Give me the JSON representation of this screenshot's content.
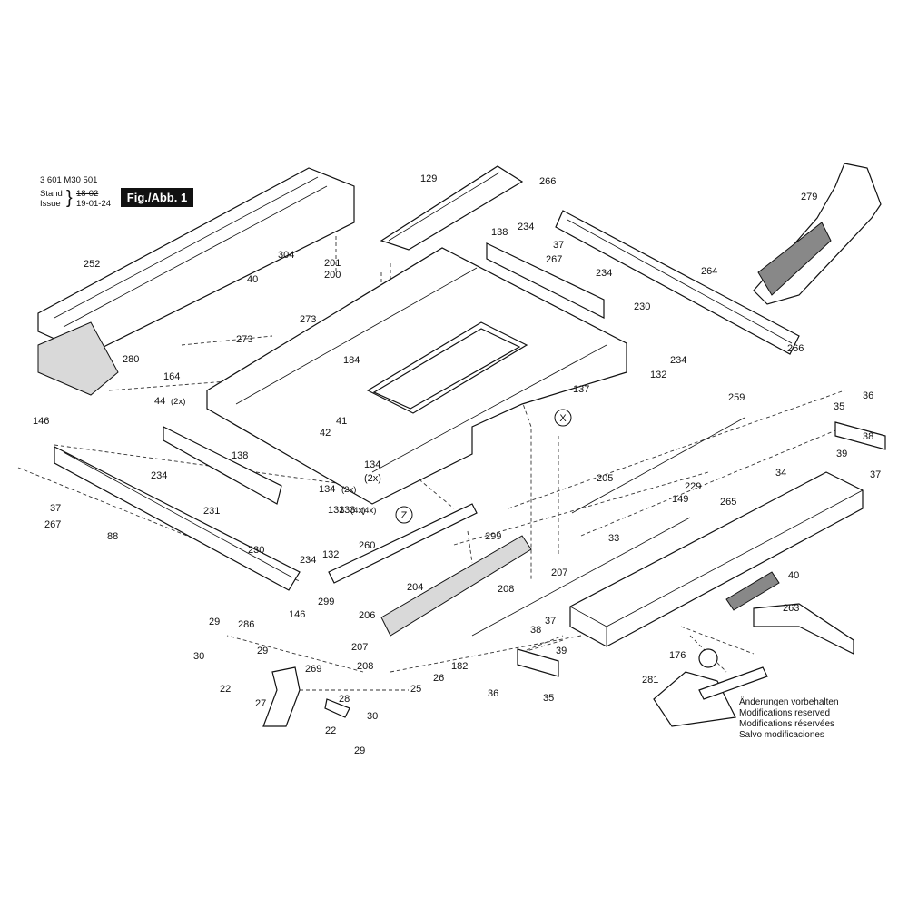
{
  "header": {
    "part_number": "3 601 M30 501",
    "stand_label": "Stand",
    "stand_value": "18-02",
    "issue_label": "Issue",
    "issue_value": "19-01-24",
    "figure_label": "Fig./Abb. 1"
  },
  "notes": {
    "de": "Änderungen vorbehalten",
    "en": "Modifications reserved",
    "fr": "Modifications réservées",
    "es": "Salvo modificaciones"
  },
  "markers": [
    "X",
    "Z"
  ],
  "parts": [
    {
      "num": "129"
    },
    {
      "num": "304"
    },
    {
      "num": "201"
    },
    {
      "num": "200"
    },
    {
      "num": "252"
    },
    {
      "num": "40"
    },
    {
      "num": "273"
    },
    {
      "num": "273"
    },
    {
      "num": "280"
    },
    {
      "num": "164"
    },
    {
      "num": "44",
      "suffix": "(2x)"
    },
    {
      "num": "266"
    },
    {
      "num": "279"
    },
    {
      "num": "138"
    },
    {
      "num": "234"
    },
    {
      "num": "37"
    },
    {
      "num": "267"
    },
    {
      "num": "234"
    },
    {
      "num": "264"
    },
    {
      "num": "230"
    },
    {
      "num": "132"
    },
    {
      "num": "234"
    },
    {
      "num": "266"
    },
    {
      "num": "184"
    },
    {
      "num": "137"
    },
    {
      "num": "259"
    },
    {
      "num": "35"
    },
    {
      "num": "36"
    },
    {
      "num": "146"
    },
    {
      "num": "138"
    },
    {
      "num": "234"
    },
    {
      "num": "42"
    },
    {
      "num": "41"
    },
    {
      "num": "134",
      "suffix": "(2x)"
    },
    {
      "num": "133",
      "suffix": "(4x)"
    },
    {
      "num": "39"
    },
    {
      "num": "38"
    },
    {
      "num": "37"
    },
    {
      "num": "205"
    },
    {
      "num": "34"
    },
    {
      "num": "134"
    },
    {
      "num": "(2x)"
    },
    {
      "num": "133",
      "suffix": "(4x)"
    },
    {
      "num": "37"
    },
    {
      "num": "267"
    },
    {
      "num": "231"
    },
    {
      "num": "88"
    },
    {
      "num": "229"
    },
    {
      "num": "149"
    },
    {
      "num": "265"
    },
    {
      "num": "230"
    },
    {
      "num": "234"
    },
    {
      "num": "132"
    },
    {
      "num": "260"
    },
    {
      "num": "299"
    },
    {
      "num": "33"
    },
    {
      "num": "207"
    },
    {
      "num": "40"
    },
    {
      "num": "146"
    },
    {
      "num": "204"
    },
    {
      "num": "208"
    },
    {
      "num": "299"
    },
    {
      "num": "263"
    },
    {
      "num": "206"
    },
    {
      "num": "29"
    },
    {
      "num": "286"
    },
    {
      "num": "38"
    },
    {
      "num": "37"
    },
    {
      "num": "30"
    },
    {
      "num": "29"
    },
    {
      "num": "207"
    },
    {
      "num": "39"
    },
    {
      "num": "176"
    },
    {
      "num": "208"
    },
    {
      "num": "269"
    },
    {
      "num": "26"
    },
    {
      "num": "182"
    },
    {
      "num": "281"
    },
    {
      "num": "22"
    },
    {
      "num": "25"
    },
    {
      "num": "36"
    },
    {
      "num": "35"
    },
    {
      "num": "27"
    },
    {
      "num": "28"
    },
    {
      "num": "30"
    },
    {
      "num": "22"
    },
    {
      "num": "29"
    }
  ]
}
